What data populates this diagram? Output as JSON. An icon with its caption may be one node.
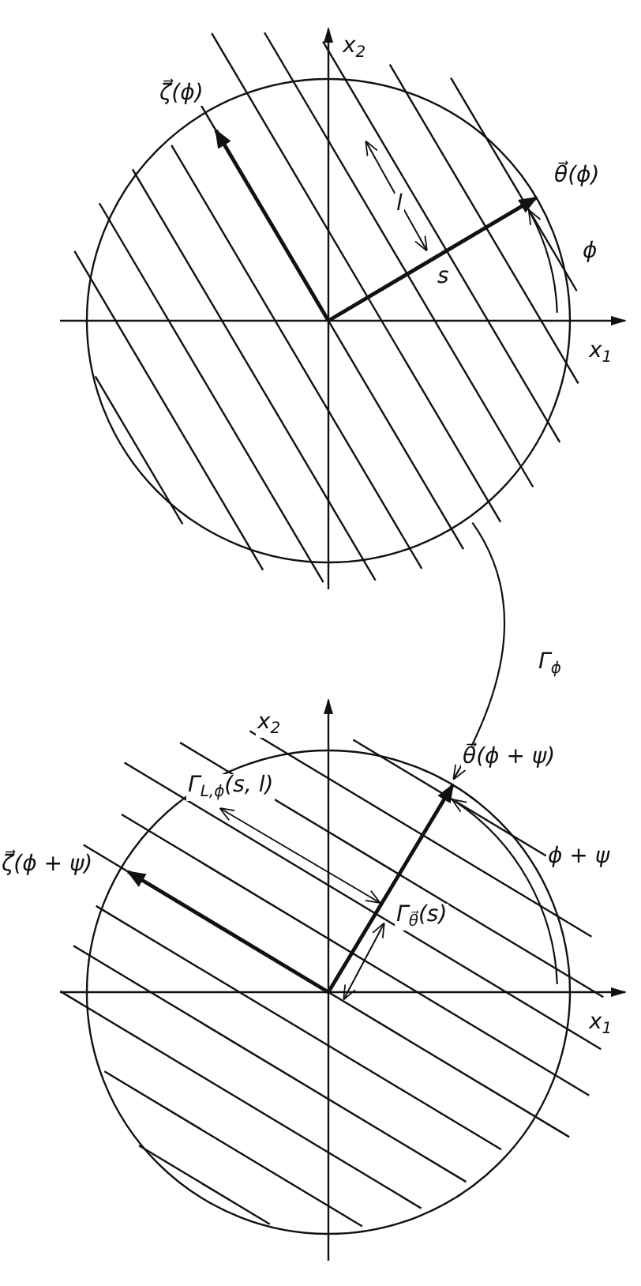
{
  "diagram": {
    "nodes": [
      {
        "text": [],
        "shape": "circle"
      },
      {
        "text": [],
        "shape": "circle"
      }
    ],
    "edges": [
      {
        "from": 0,
        "to": 1,
        "arrow": "to",
        "label": "Γ$_{ϕ}$"
      }
    ],
    "labels": [
      "x$_{2}$",
      "ζ⃗(ϕ)",
      "θ⃗(ϕ)",
      "l",
      "ϕ",
      "s",
      "x$_{1}$",
      "x$_{2}$",
      "θ⃗(ϕ + ψ)",
      "Γ$_{L,ϕ}$(s, l)",
      "ζ⃗(ϕ + ψ)",
      "ϕ + ψ",
      "Γ$_{θ⃗}$(s)",
      "x$_{1}$"
    ]
  }
}
